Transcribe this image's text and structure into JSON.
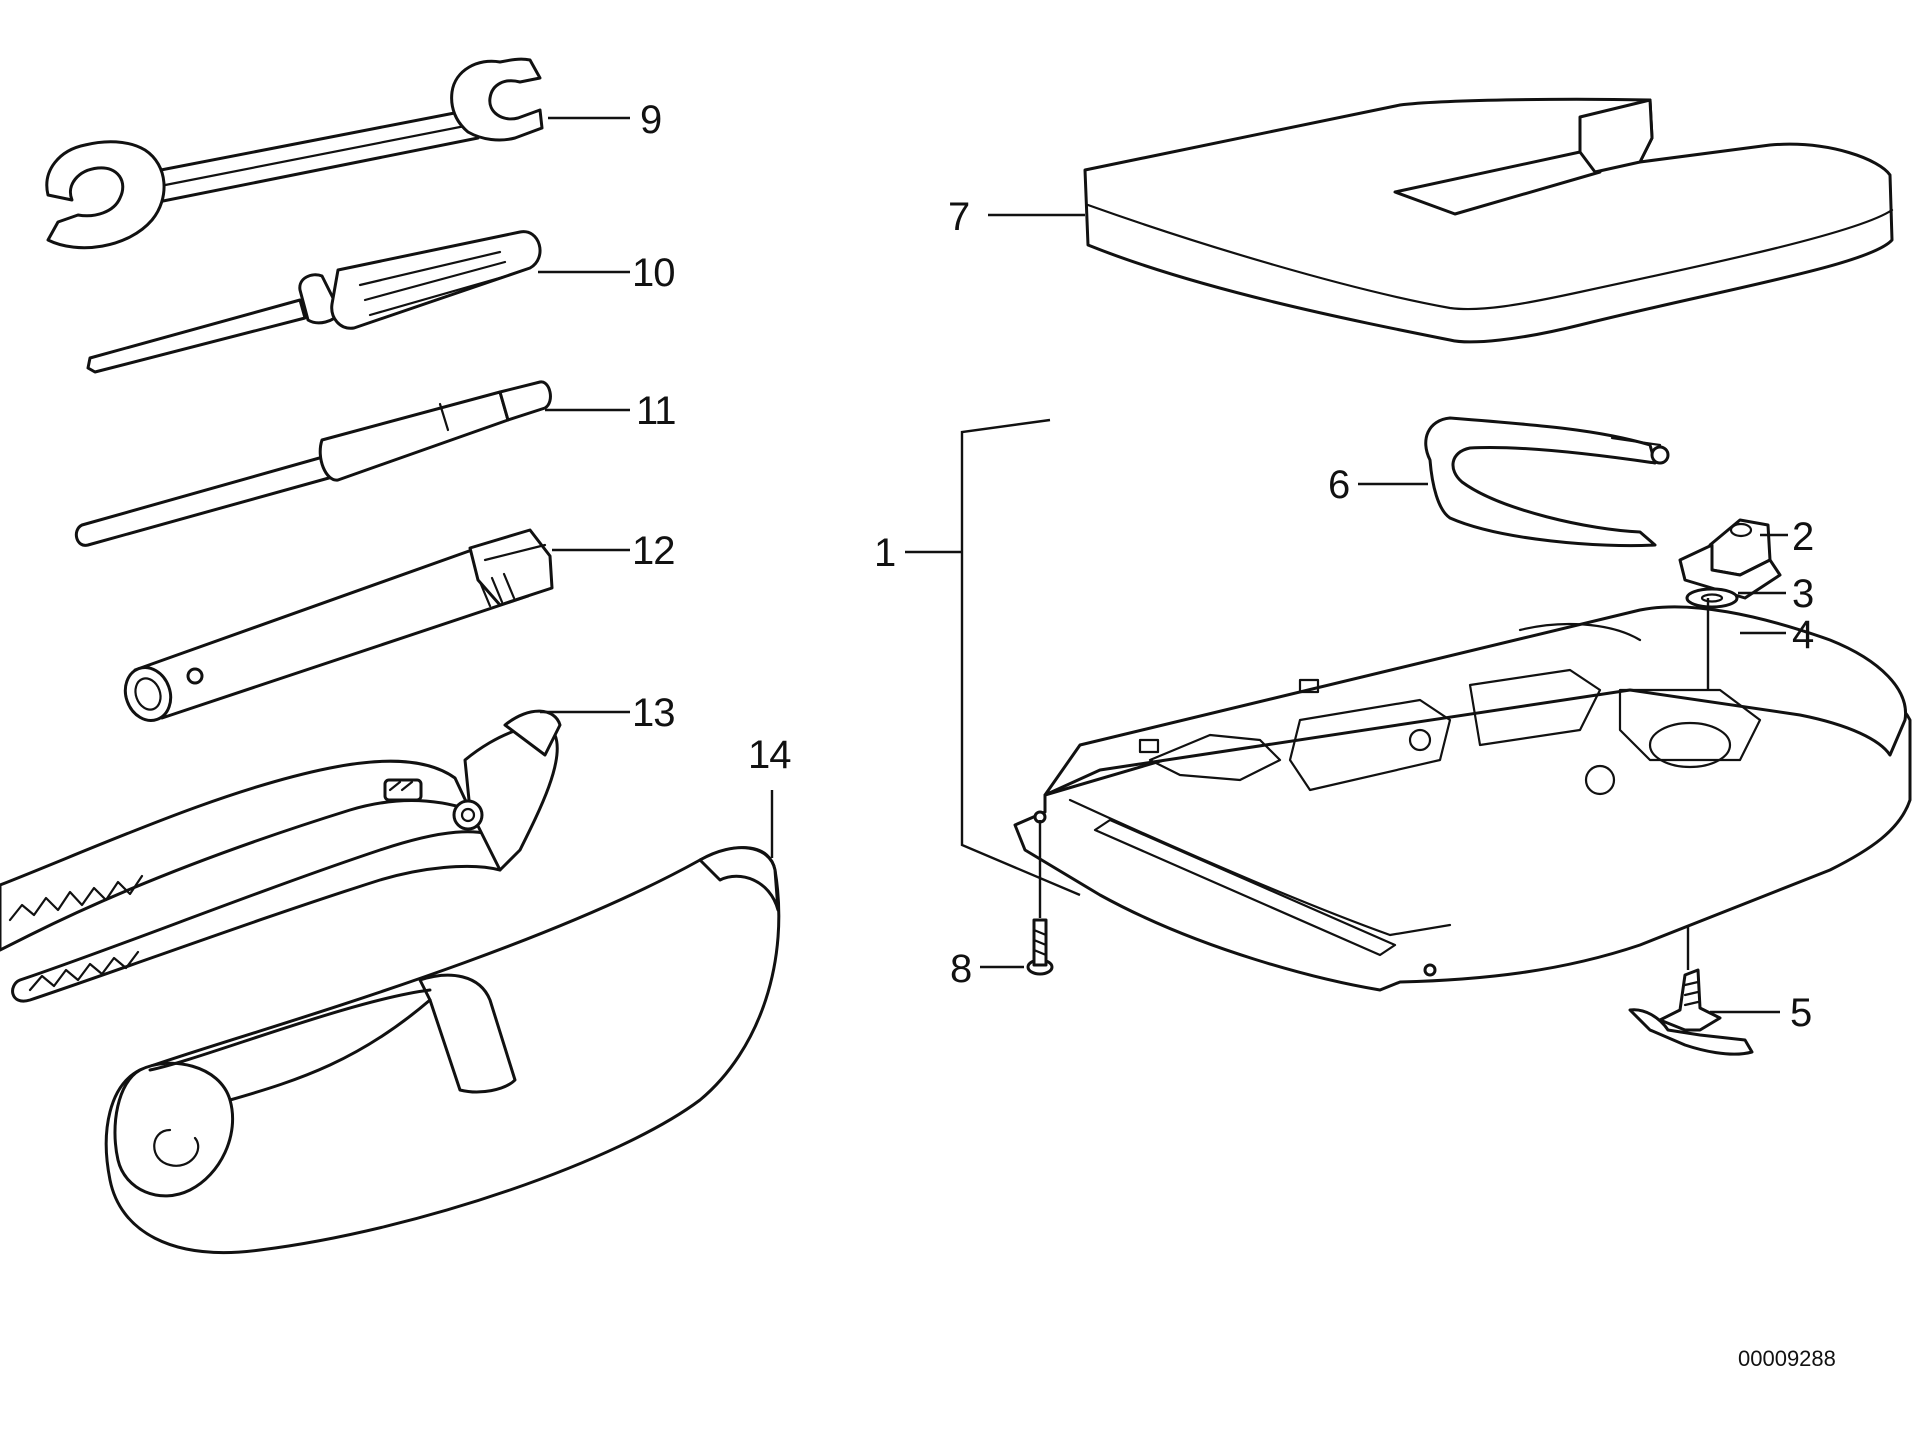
{
  "callouts": {
    "c1": "1",
    "c2": "2",
    "c3": "3",
    "c4": "4",
    "c5": "5",
    "c6": "6",
    "c7": "7",
    "c8": "8",
    "c9": "9",
    "c10": "10",
    "c11": "11",
    "c12": "12",
    "c13": "13",
    "c14": "14"
  },
  "document_number": "00009288",
  "colors": {
    "ink": "#111111",
    "background": "#ffffff"
  }
}
